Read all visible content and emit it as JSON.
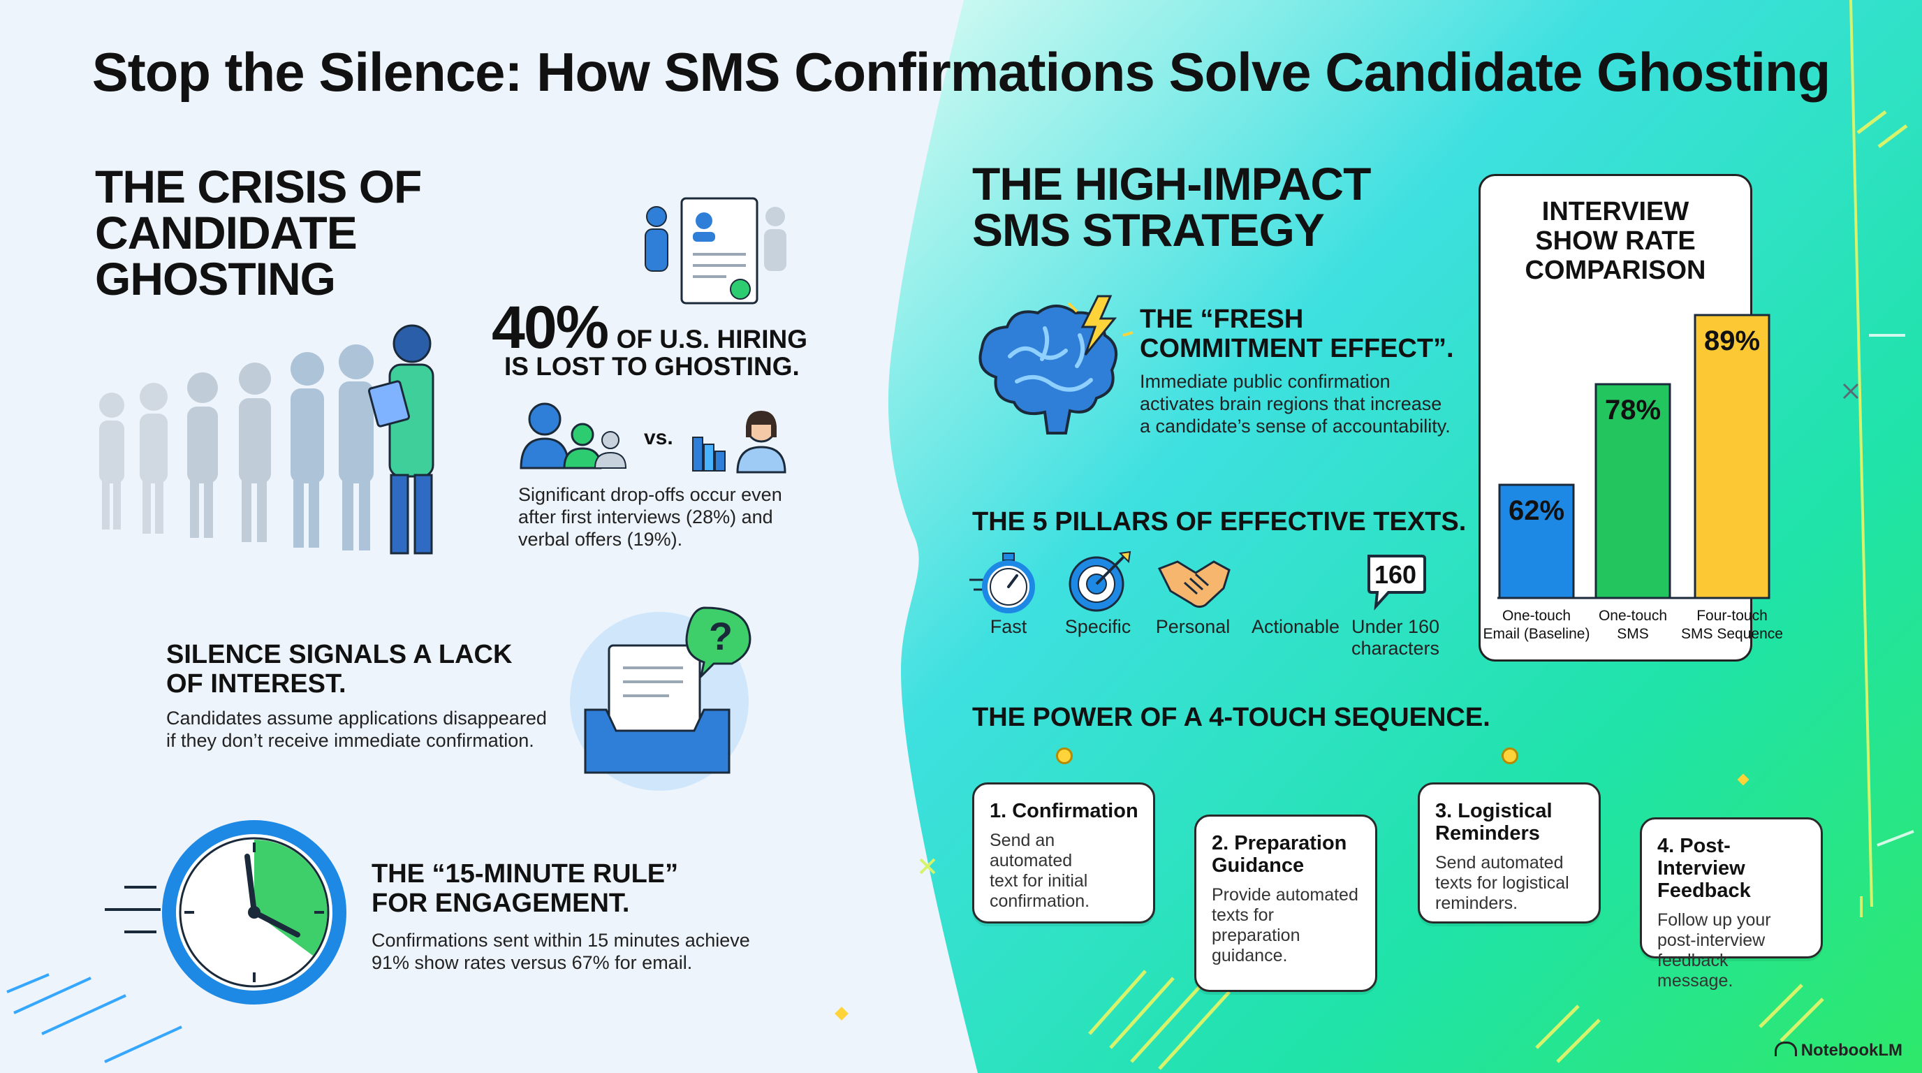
{
  "title": "Stop the Silence: How SMS Confirmations Solve Candidate Ghosting",
  "left": {
    "crisis_heading": [
      "THE CRISIS OF",
      "CANDIDATE",
      "GHOSTING"
    ],
    "stat_value": "40%",
    "stat_line1": "OF U.S. HIRING",
    "stat_line2": "IS LOST TO GHOSTING.",
    "vs_label": "vs.",
    "dropoff_text": [
      "Significant drop-offs occur even",
      "after first interviews (28%) and",
      "verbal offers (19%)."
    ],
    "silence_heading": [
      "SILENCE SIGNALS A LACK",
      "OF INTEREST."
    ],
    "silence_text": [
      "Candidates assume applications disappeared",
      "if they don’t receive immediate confirmation."
    ],
    "rule_heading": [
      "THE “15-MINUTE RULE”",
      "FOR ENGAGEMENT."
    ],
    "rule_text": [
      "Confirmations sent within 15 minutes achieve",
      "91% show rates versus 67% for email."
    ]
  },
  "right": {
    "strategy_heading": [
      "THE HIGH-IMPACT",
      "SMS STRATEGY"
    ],
    "fresh_heading": [
      "THE “FRESH",
      "COMMITMENT EFFECT”."
    ],
    "fresh_text": [
      "Immediate public confirmation",
      "activates brain regions that increase",
      "a candidate’s sense of accountability."
    ],
    "pillars_heading": "THE 5 PILLARS OF EFFECTIVE TEXTS.",
    "pillars": [
      {
        "label": "Fast",
        "icon": "stopwatch-icon"
      },
      {
        "label": "Specific",
        "icon": "target-icon"
      },
      {
        "label": "Personal",
        "icon": "handshake-icon"
      },
      {
        "label": "Actionable",
        "icon": ""
      },
      {
        "label": "Under 160",
        "label2": "characters",
        "icon": "speech-bubble-icon",
        "badge": "160"
      }
    ],
    "sequence_heading": "THE POWER OF A 4-TOUCH SEQUENCE.",
    "steps": [
      {
        "title": [
          "1. Confirmation"
        ],
        "text": [
          "Send an automated",
          "text for initial",
          "confirmation."
        ]
      },
      {
        "title": [
          "2. Preparation",
          "Guidance"
        ],
        "text": [
          "Provide automated",
          "texts for preparation",
          "guidance."
        ]
      },
      {
        "title": [
          "3. Logistical",
          "Reminders"
        ],
        "text": [
          "Send automated",
          "texts for logistical",
          "reminders."
        ]
      },
      {
        "title": [
          "4. Post-Interview",
          "Feedback"
        ],
        "text": [
          "Follow up your",
          "post-interview",
          "feedback message."
        ]
      }
    ]
  },
  "chart_data": {
    "type": "bar",
    "title": [
      "INTERVIEW",
      "SHOW RATE",
      "COMPARISON"
    ],
    "categories": [
      [
        "One-touch",
        "Email (Baseline)"
      ],
      [
        "One-touch",
        "SMS"
      ],
      [
        "Four-touch",
        "SMS Sequence"
      ]
    ],
    "values": [
      62,
      78,
      89
    ],
    "value_labels": [
      "62%",
      "78%",
      "89%"
    ],
    "colors": [
      "#1e88e5",
      "#22c55e",
      "#fcc934"
    ],
    "ylim": [
      0,
      100
    ]
  },
  "footer": "NotebookLM"
}
